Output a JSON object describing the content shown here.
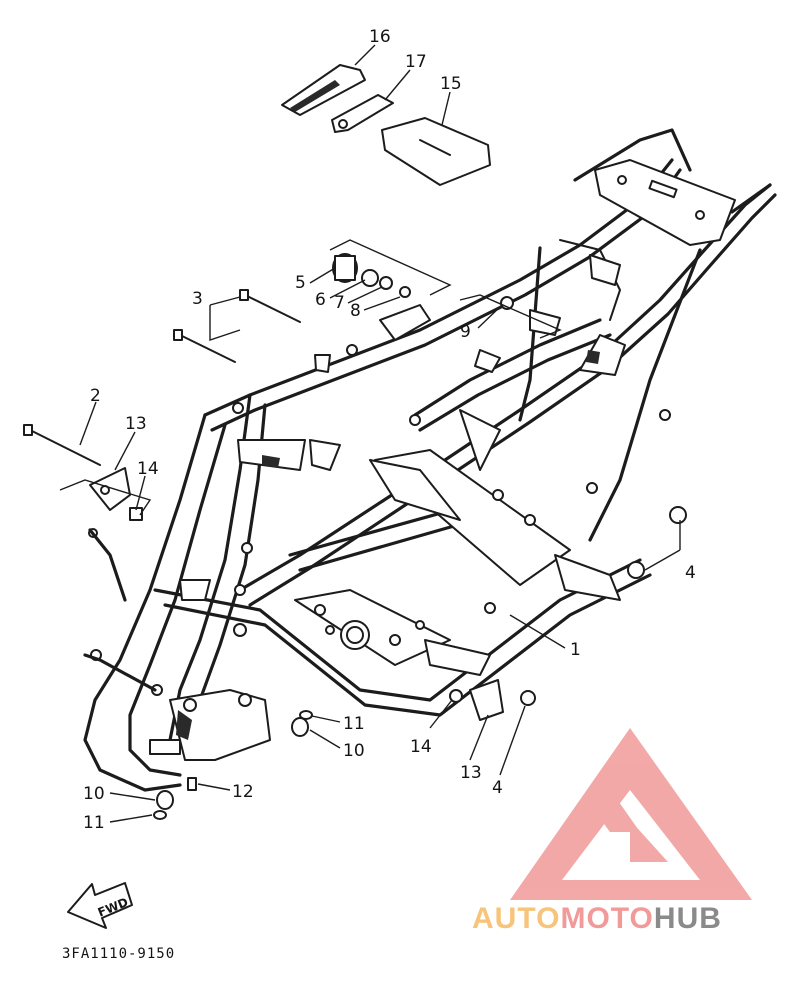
{
  "callouts": {
    "c1": "1",
    "c2": "2",
    "c3": "3",
    "c4a": "4",
    "c4b": "4",
    "c5": "5",
    "c6": "6",
    "c7": "7",
    "c8": "8",
    "c9": "9",
    "c10a": "10",
    "c10b": "10",
    "c11a": "11",
    "c11b": "11",
    "c12": "12",
    "c13a": "13",
    "c13b": "13",
    "c14a": "14",
    "c14b": "14",
    "c15": "15",
    "c16": "16",
    "c17": "17"
  },
  "part_code": "3FA1110-9150",
  "fwd_label": "FWD",
  "watermark": {
    "part1": "AUTO",
    "part2": "MOTO",
    "part3": "HUB",
    "color_auto": "#f7c47a",
    "color_moto": "#f29a9a",
    "color_hub": "#8a8a8a",
    "logo_color": "#f29a9a"
  }
}
